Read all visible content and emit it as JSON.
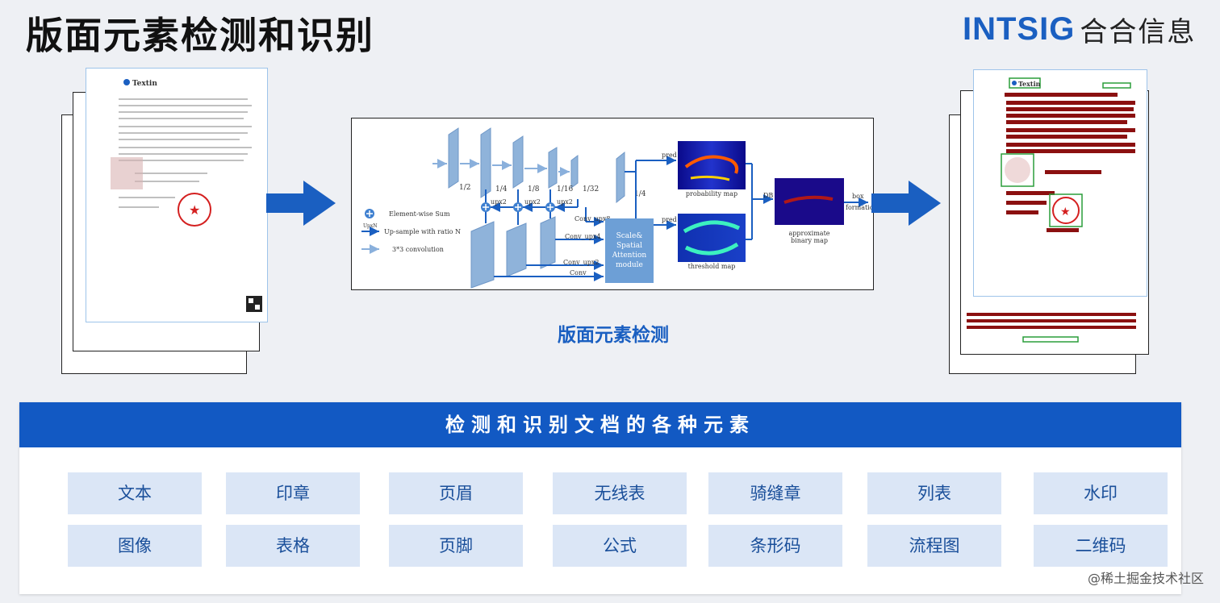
{
  "header": {
    "title": "版面元素检测和识别"
  },
  "logo": {
    "brand": "INTSIG",
    "cn": "合合信息"
  },
  "documents": {
    "left_brand": "Textin",
    "right_brand": "Textin"
  },
  "diagram": {
    "caption": "版面元素检测",
    "scales": [
      "1/2",
      "1/4",
      "1/8",
      "1/16",
      "1/32",
      "1/4"
    ],
    "upsample": [
      "upx2",
      "upx2",
      "upx2"
    ],
    "conv_labels": [
      "Conv_upx8",
      "Conv_upx4",
      "Conv_upx2",
      "Conv"
    ],
    "legend": [
      "Element-wise Sum",
      "Up-sample with ratio N",
      "3*3 convolution"
    ],
    "legend_up_symbol": "UpxN",
    "attention": [
      "Scale&",
      "Spatial",
      "Attention",
      "module"
    ],
    "pred": [
      "pred",
      "pred"
    ],
    "maps": [
      "probability map",
      "threshold map",
      "approximate",
      "binary map"
    ],
    "db": "DB",
    "box": [
      "box",
      "formation"
    ]
  },
  "panel": {
    "heading": "检测和识别文档的各种元素",
    "row1": [
      "文本",
      "印章",
      "页眉",
      "无线表",
      "骑缝章",
      "列表",
      "水印"
    ],
    "row2": [
      "图像",
      "表格",
      "页脚",
      "公式",
      "条形码",
      "流程图",
      "二维码"
    ]
  },
  "watermark": "@稀土掘金技术社区",
  "colors": {
    "accent": "#1259c3",
    "chip_bg": "#dbe6f6",
    "stamp_red": "#d42020",
    "box_red": "#8b1010"
  }
}
